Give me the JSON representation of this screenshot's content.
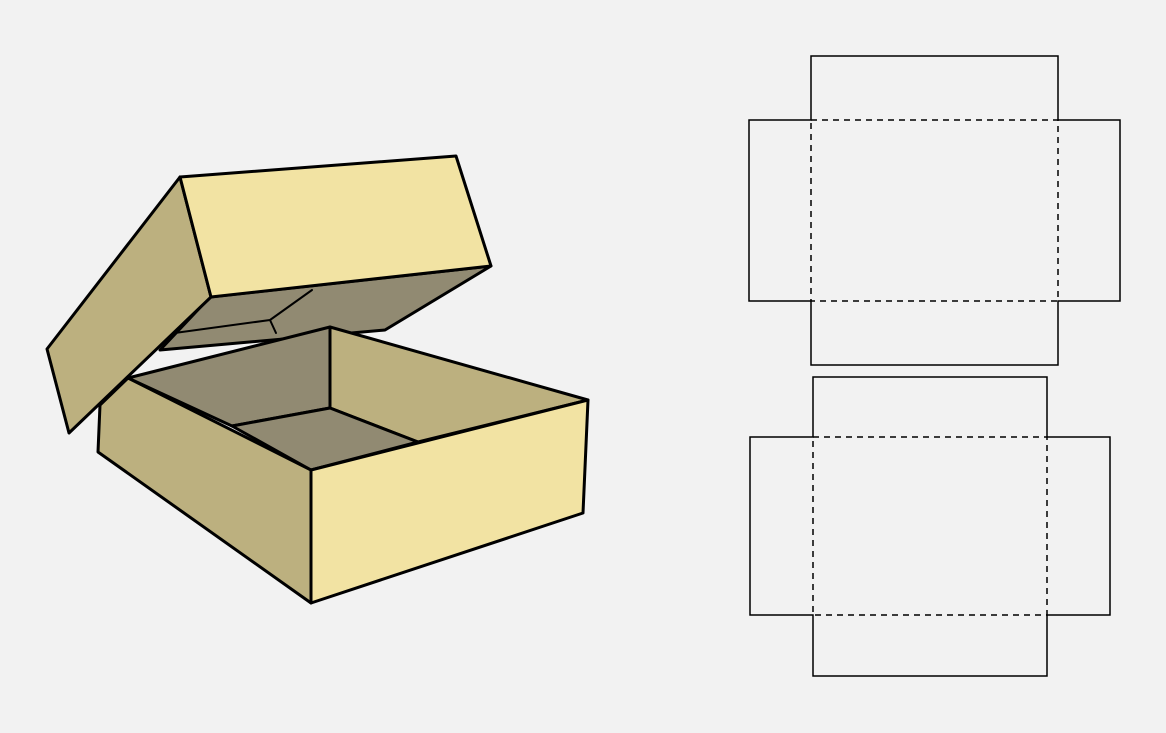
{
  "colors": {
    "background": "#f2f2f2",
    "panel_light": "#f2e3a3",
    "panel_mid": "#bcb07f",
    "panel_dark": "#918a72",
    "outline": "#000000"
  },
  "illustration": {
    "subject": "open-lid-box",
    "parts": [
      "lid-top",
      "lid-side",
      "lid-interior",
      "base-inner-back",
      "base-inner-floor",
      "base-left-wall",
      "base-front-wall"
    ]
  },
  "dielines": {
    "items": [
      {
        "part": "lid-net",
        "cut_line": "solid",
        "fold_line": "dashed"
      },
      {
        "part": "base-net",
        "cut_line": "solid",
        "fold_line": "dashed"
      }
    ]
  }
}
